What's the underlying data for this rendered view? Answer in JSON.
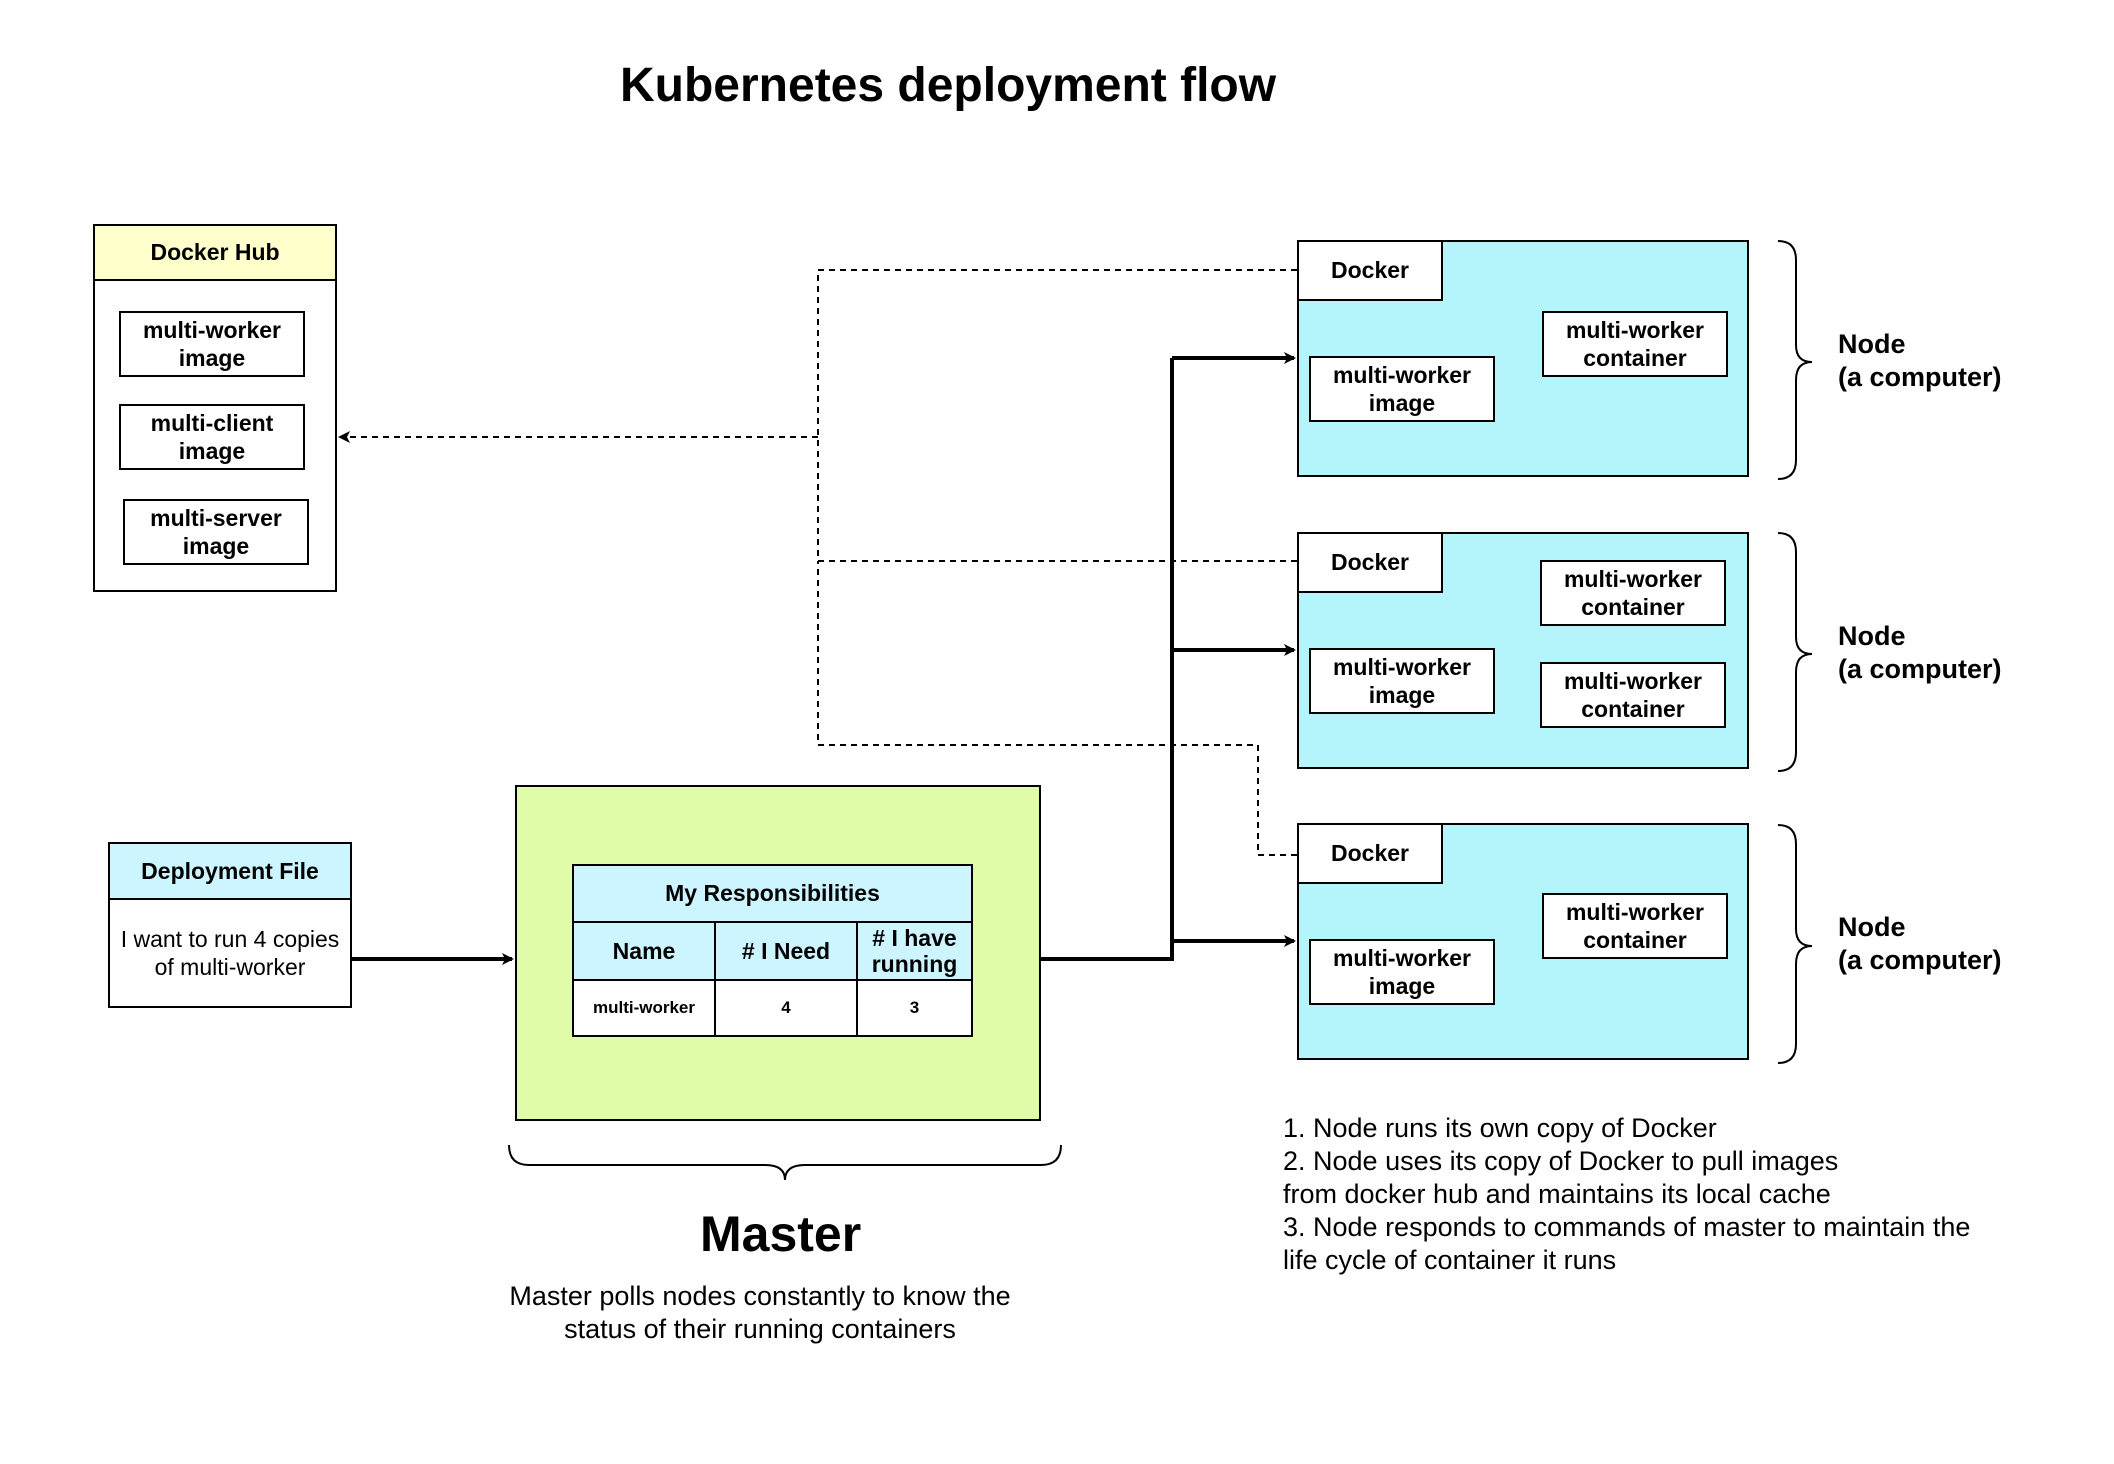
{
  "title": "Kubernetes deployment flow",
  "docker_hub": {
    "header": "Docker Hub",
    "images": [
      [
        "multi-worker",
        "image"
      ],
      [
        "multi-client",
        "image"
      ],
      [
        "multi-server",
        "image"
      ]
    ]
  },
  "deployment_file": {
    "header": "Deployment File",
    "body": [
      "I want to run 4 copies",
      "of multi-worker"
    ]
  },
  "master": {
    "table_title": "My Responsibilities",
    "columns": [
      "Name",
      "# I Need",
      [
        "# I have",
        "running"
      ]
    ],
    "row": [
      "multi-worker",
      "4",
      "3"
    ],
    "label": "Master",
    "description": [
      "Master polls nodes constantly to know the",
      "status of their running containers"
    ]
  },
  "nodes": [
    {
      "docker": "Docker",
      "image": [
        "multi-worker",
        "image"
      ],
      "containers": [
        [
          "multi-worker",
          "container"
        ]
      ],
      "label": [
        "Node",
        "(a computer)"
      ]
    },
    {
      "docker": "Docker",
      "image": [
        "multi-worker",
        "image"
      ],
      "containers": [
        [
          "multi-worker",
          "container"
        ],
        [
          "multi-worker",
          "container"
        ]
      ],
      "label": [
        "Node",
        "(a computer)"
      ]
    },
    {
      "docker": "Docker",
      "image": [
        "multi-worker",
        "image"
      ],
      "containers": [
        [
          "multi-worker",
          "container"
        ]
      ],
      "label": [
        "Node",
        "(a computer)"
      ]
    }
  ],
  "notes": [
    "1. Node runs its own copy of Docker",
    "2. Node uses its copy of Docker to pull images",
    "from docker hub and maintains its local cache",
    "3. Node responds to commands of master to maintain the",
    "life cycle of container it runs"
  ]
}
